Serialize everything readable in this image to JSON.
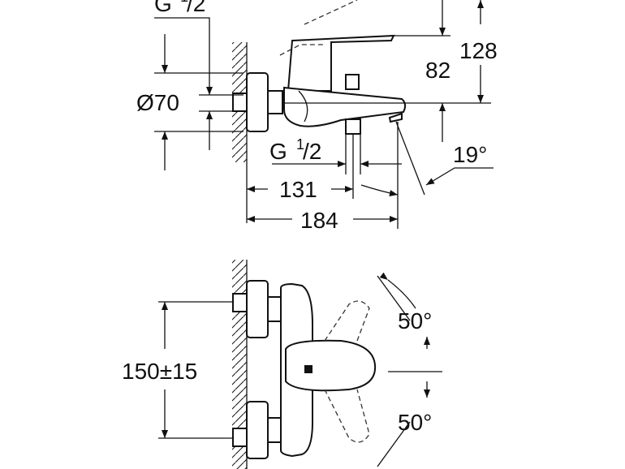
{
  "side_view": {
    "thread_top": {
      "main": "G",
      "sup": "1",
      "sub": "/2"
    },
    "diameter": "Ø70",
    "height_82": "82",
    "height_128": "128",
    "thread_bottom": {
      "main": "G",
      "sup": "1",
      "sub": "/2"
    },
    "angle": "19°",
    "length_131": "131",
    "length_184": "184"
  },
  "front_view": {
    "spacing": "150±15",
    "angle_upper": "50°",
    "angle_lower": "50°"
  }
}
